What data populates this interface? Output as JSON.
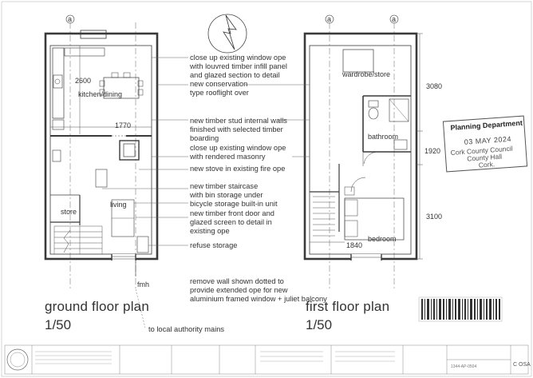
{
  "plans": {
    "ground": {
      "title": "ground floor plan",
      "scale": "1/50"
    },
    "first": {
      "title": "first floor plan",
      "scale": "1/50"
    }
  },
  "section_markers": {
    "a": "a"
  },
  "rooms": {
    "kitchen": "kitchen/dining",
    "living": "living",
    "store": "store",
    "fmh": "fmh",
    "wardrobe": "wardrobe/store",
    "bathroom": "bathroom",
    "bedroom": "bedroom"
  },
  "dimensions": {
    "d2600": "2600",
    "d1770": "1770",
    "d3080": "3080",
    "d1920": "1920",
    "d3100": "3100",
    "d1840": "1840"
  },
  "notes": [
    "close up existing window ope",
    "with louvred timber infill panel",
    "and glazed section to detail",
    "new conservation",
    "type rooflight over",
    "new timber stud internal walls",
    "finished with selected timber",
    "boarding",
    "close up existing window ope",
    "with rendered masonry",
    "new stove in existing fire ope",
    "new timber staircase",
    "with bin storage under",
    "bicycle storage built-in unit",
    "new timber front door and",
    "glazed screen to detail in",
    "existing ope",
    "refuse storage",
    "remove wall shown dotted to",
    "provide extended ope for new",
    "aluminium framed window + juliet balcony",
    "to local authority mains"
  ],
  "stamp": {
    "title": "Planning Department",
    "date": "03 MAY 2024",
    "line1": "Cork County Council",
    "line2": "County Hall",
    "line3": "Cork."
  },
  "title_block": {
    "drawing_no": "1344-AP-0504",
    "company": "C OSA"
  },
  "colors": {
    "line": "#3a3a3a",
    "stair_hatch": "#555555",
    "dim": "#555555"
  }
}
